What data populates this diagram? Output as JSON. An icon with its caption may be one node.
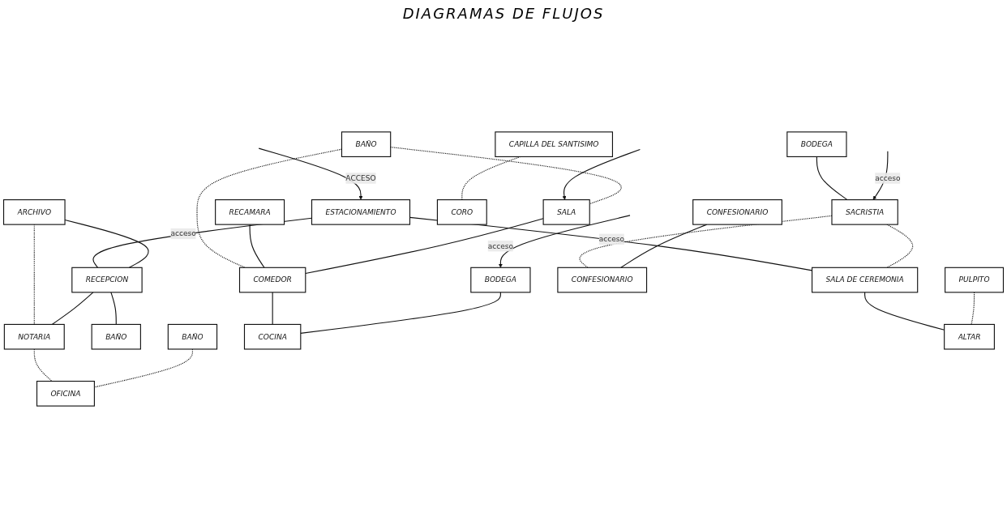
{
  "diagram": {
    "title": "DIAGRAMAS DE FLUJOS",
    "nodes": [
      {
        "text": [
          "ESTACIONAMIENTO"
        ]
      },
      {
        "text": [
          "ARCHIVO"
        ]
      },
      {
        "text": [
          "RECEPCION"
        ]
      },
      {
        "text": [
          "NOTARIA"
        ]
      },
      {
        "text": [
          "BAÑO"
        ]
      },
      {
        "text": [
          "BAÑO"
        ]
      },
      {
        "text": [
          "OFICINA"
        ]
      },
      {
        "text": [
          "BAÑO"
        ]
      },
      {
        "text": [
          "RECAMARA"
        ]
      },
      {
        "text": [
          "SALA"
        ]
      },
      {
        "text": [
          "COMEDOR"
        ]
      },
      {
        "text": [
          "BODEGA"
        ]
      },
      {
        "text": [
          "COCINA"
        ]
      },
      {
        "text": [
          "SALA DE CEREMONIA"
        ]
      },
      {
        "text": [
          "CORO"
        ]
      },
      {
        "text": [
          "CAPILLA DEL SANTISIMO"
        ]
      },
      {
        "text": [
          "BODEGA"
        ]
      },
      {
        "text": [
          "SACRISTIA"
        ]
      },
      {
        "text": [
          "CONFESIONARIO"
        ]
      },
      {
        "text": [
          "CONFESIONARIO"
        ]
      },
      {
        "text": [
          "PULPITO"
        ]
      },
      {
        "text": [
          "ALTAR"
        ]
      }
    ],
    "edges": [
      {
        "from": null,
        "to": 0,
        "arrow": "to",
        "label": "ACCESO"
      },
      {
        "from": 0,
        "to": 2,
        "arrow": "none",
        "label": "acceso"
      },
      {
        "from": 0,
        "to": 13,
        "arrow": "none",
        "label": "acceso"
      },
      {
        "from": 1,
        "to": 2,
        "arrow": "none"
      },
      {
        "from": 2,
        "to": 4,
        "arrow": "none"
      },
      {
        "from": 1,
        "to": 3,
        "arrow": "none",
        "style": "dashed"
      },
      {
        "from": 2,
        "to": 3,
        "arrow": "none"
      },
      {
        "from": 3,
        "to": 6,
        "arrow": "none",
        "style": "dashed"
      },
      {
        "from": 5,
        "to": 6,
        "arrow": "none",
        "style": "dashed"
      },
      {
        "from": null,
        "to": 9,
        "arrow": "to"
      },
      {
        "from": 7,
        "to": 9,
        "arrow": "none",
        "style": "dashed"
      },
      {
        "from": 7,
        "to": 10,
        "arrow": "none",
        "style": "dashed"
      },
      {
        "from": 8,
        "to": 10,
        "arrow": "none"
      },
      {
        "from": 9,
        "to": 10,
        "arrow": "none"
      },
      {
        "from": 10,
        "to": 12,
        "arrow": "none"
      },
      {
        "from": 11,
        "to": 12,
        "arrow": "none"
      },
      {
        "from": null,
        "to": 11,
        "arrow": "to",
        "label": "acceso"
      },
      {
        "from": 13,
        "to": 21,
        "arrow": "none"
      },
      {
        "from": 15,
        "to": 14,
        "arrow": "none",
        "style": "dashed"
      },
      {
        "from": 16,
        "to": 17,
        "arrow": "none"
      },
      {
        "from": null,
        "to": 17,
        "arrow": "to",
        "label": "acceso"
      },
      {
        "from": 17,
        "to": 13,
        "arrow": "none",
        "style": "dashed"
      },
      {
        "from": 17,
        "to": 19,
        "arrow": "none",
        "style": "dashed"
      },
      {
        "from": 18,
        "to": 19,
        "arrow": "none"
      },
      {
        "from": 20,
        "to": 21,
        "arrow": "none",
        "style": "dashed"
      }
    ]
  }
}
